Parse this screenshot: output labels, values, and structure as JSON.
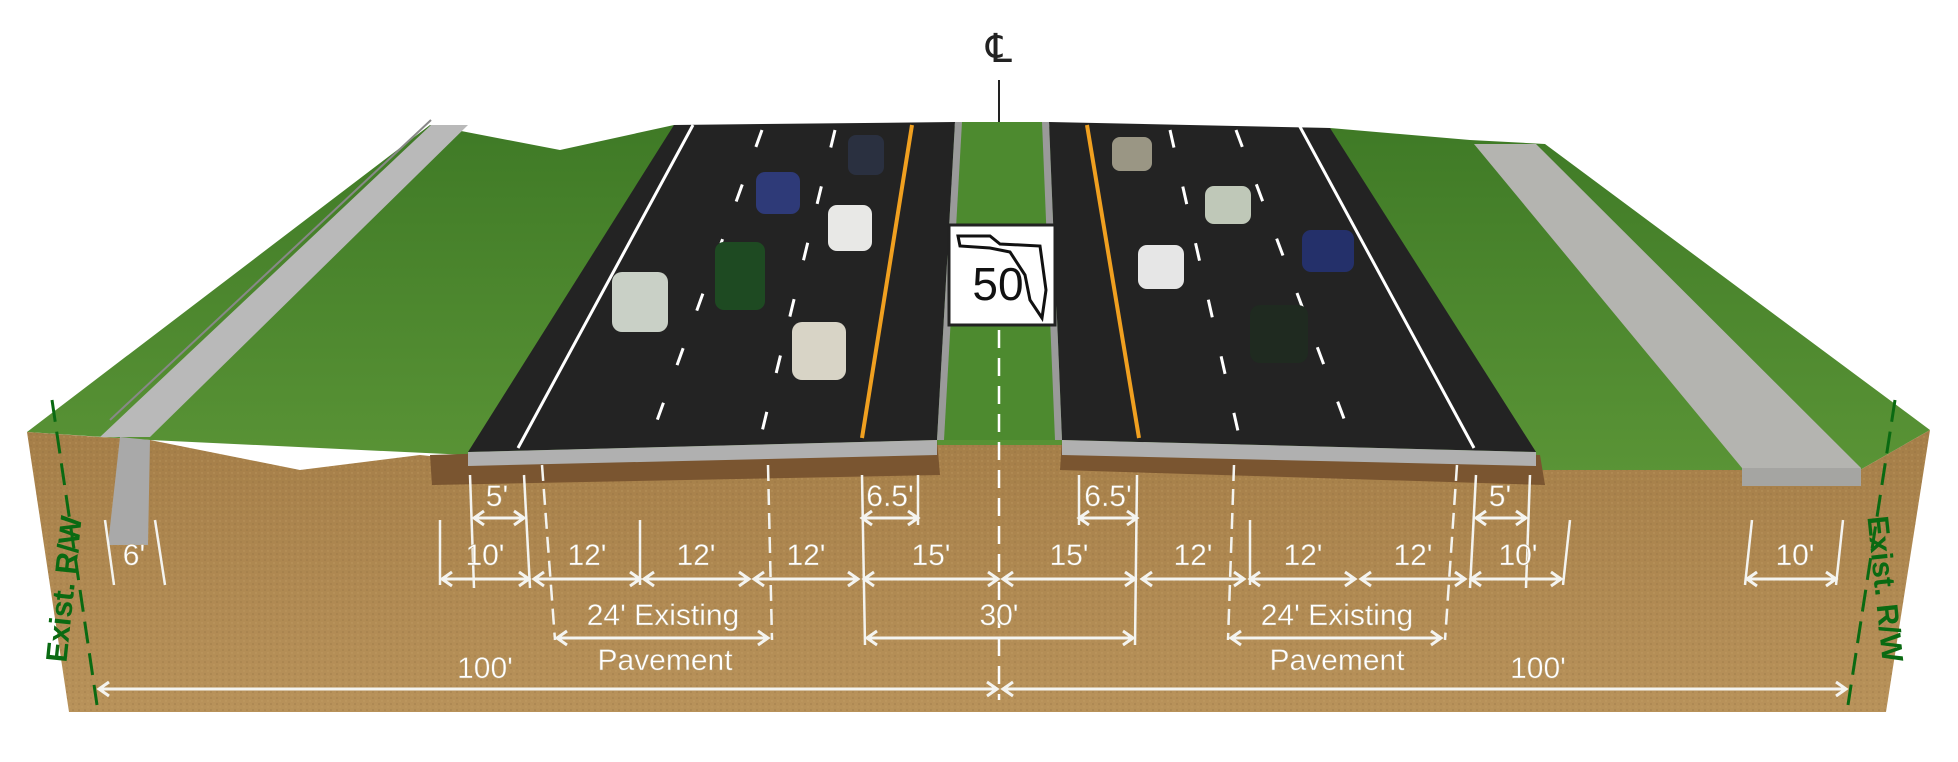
{
  "centerline_symbol": "℄",
  "route_sign": {
    "number": "50",
    "state": "Florida"
  },
  "right_of_way_label": "Exist. R/W",
  "dimensions_left": {
    "sidewalk_wall": "6'",
    "bike_lane": "5'",
    "shoulder": "10'",
    "lane_1": "12'",
    "lane_2": "12'",
    "lane_3": "12'",
    "median_half": "15'",
    "inside_shoulder": "6.5'",
    "existing_pavement": "24' Existing",
    "existing_pavement_2": "Pavement",
    "half_row": "100'"
  },
  "dimensions_center": {
    "median": "30'"
  },
  "dimensions_right": {
    "inside_shoulder": "6.5'",
    "median_half": "15'",
    "lane_1": "12'",
    "lane_2": "12'",
    "lane_3": "12'",
    "shoulder": "10'",
    "bike_lane": "5'",
    "sidewalk": "10'",
    "existing_pavement": "24' Existing",
    "existing_pavement_2": "Pavement",
    "half_row": "100'"
  },
  "colors": {
    "soil": "#b08a52",
    "grass": "#4f8a2e",
    "asphalt": "#222222",
    "yellow_line": "#f0a020",
    "rw_line": "#0a6a12"
  }
}
